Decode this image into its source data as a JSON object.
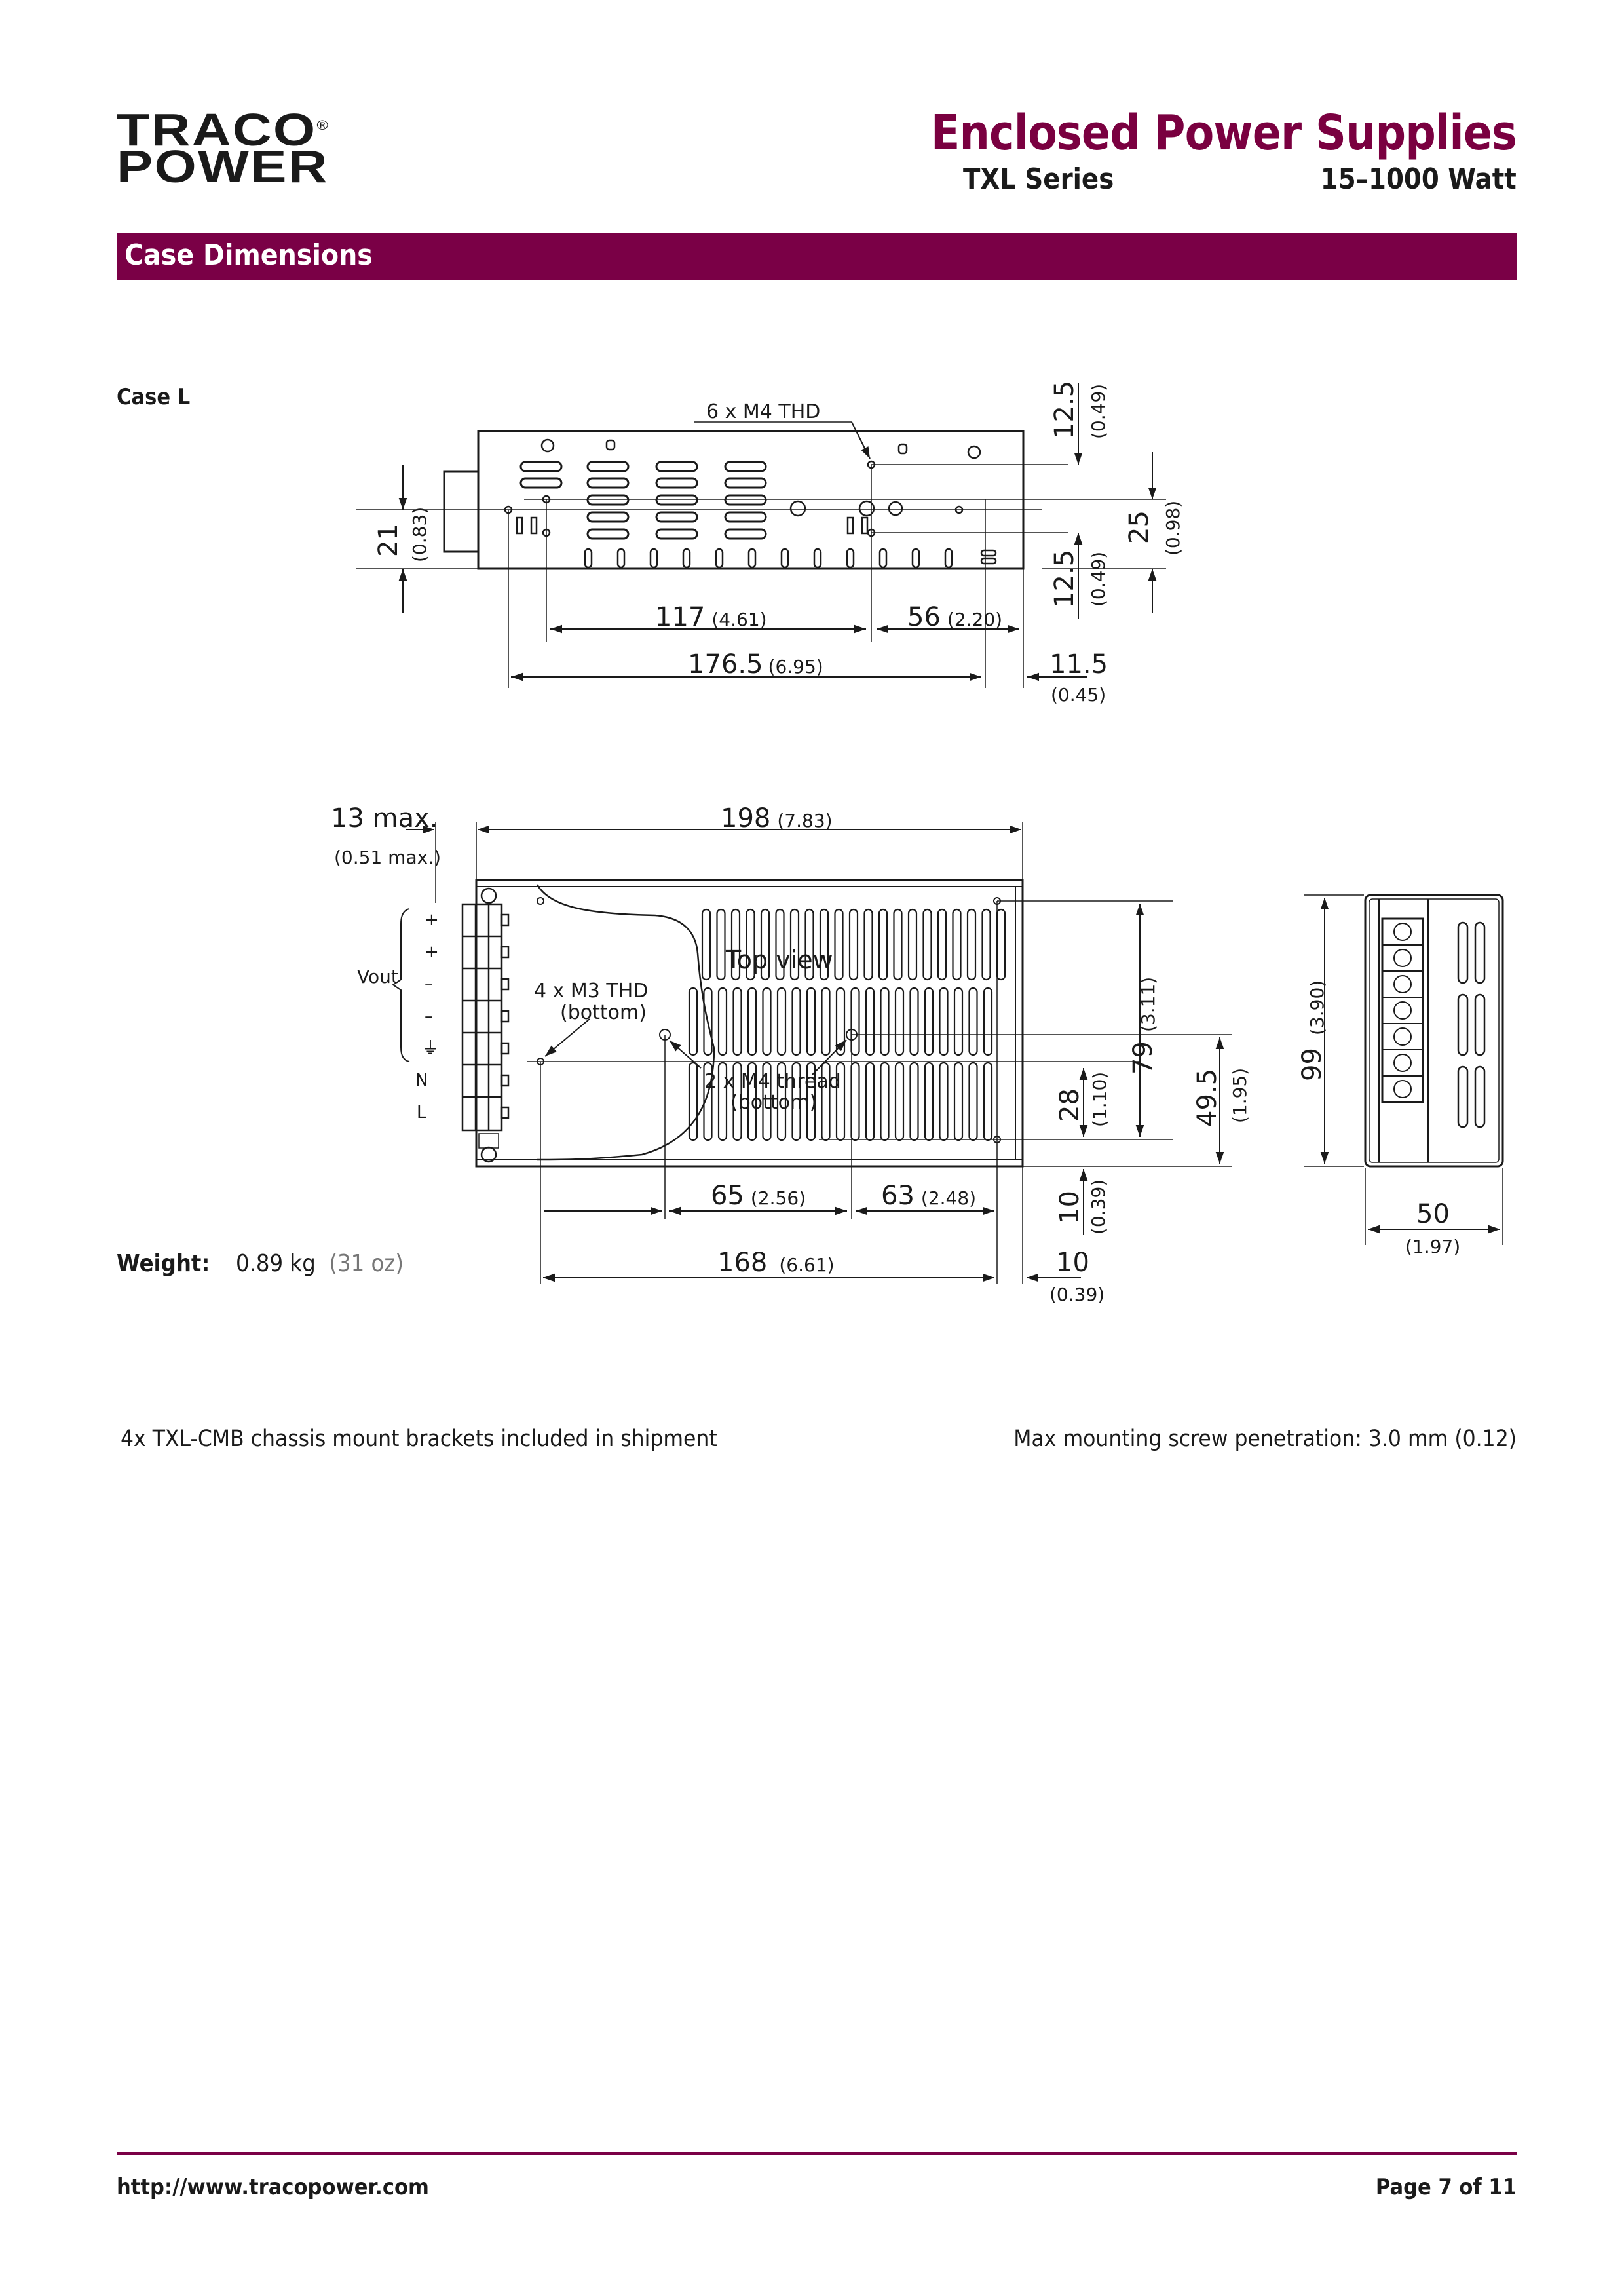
{
  "header": {
    "logo_line1": "TRACO",
    "logo_line2": "POWER",
    "logo_registered": "®",
    "title": "Enclosed Power Supplies",
    "series": "TXL Series",
    "power_range": "15–1000 Watt"
  },
  "section": {
    "title": "Case Dimensions"
  },
  "case": {
    "label": "Case L"
  },
  "side_view": {
    "callout": "6 x M4 THD",
    "dimensions": {
      "height_mm": "21",
      "height_in": "(0.83)",
      "top_offset_mm": "12.5",
      "top_offset_in": "(0.49)",
      "bottom_offset_mm": "12.5",
      "bottom_offset_in": "(0.49)",
      "pitch_mm": "25",
      "pitch_in": "(0.98)",
      "hole_span_mm": "117",
      "hole_span_in": "(4.61)",
      "hole_to_end_mm": "56",
      "hole_to_end_in": "(2.20)",
      "outer_span_mm": "176.5",
      "outer_span_in": "(6.95)",
      "end_offset_mm": "11.5",
      "end_offset_in": "(0.45)"
    }
  },
  "top_view": {
    "label": "Top view",
    "callout_m3": "4 x M3 THD",
    "callout_m3_sub": "(bottom)",
    "callout_m4": "2 x M4 thread",
    "callout_m4_sub": "(bottom)",
    "vout_label": "Vout",
    "terminals": [
      "+",
      "+",
      "–",
      "–",
      "⏚",
      "N",
      "L"
    ],
    "dimensions": {
      "terminal_max_mm": "13 max.",
      "terminal_max_in": "(0.51 max.)",
      "length_mm": "198",
      "length_in": "(7.83)",
      "hole_x1_mm": "65",
      "hole_x1_in": "(2.56)",
      "hole_x2_mm": "63",
      "hole_x2_in": "(2.48)",
      "hole_span_mm": "168",
      "hole_span_in": "(6.61)",
      "end_offset_mm": "10",
      "end_offset_in": "(0.39)",
      "bottom_offset_mm": "10",
      "bottom_offset_in": "(0.39)",
      "m4_offset_mm": "28",
      "m4_offset_in": "(1.10)",
      "m3_span_mm": "79",
      "m3_span_in": "(3.11)",
      "center_mm": "49.5",
      "center_in": "(1.95)"
    }
  },
  "end_view": {
    "terminal_count": 7,
    "dimensions": {
      "height_mm": "99",
      "height_in": "(3.90)",
      "width_mm": "50",
      "width_in": "(1.97)"
    }
  },
  "weight": {
    "label": "Weight:",
    "value": "0.89 kg",
    "alt": "(31 oz)"
  },
  "notes": {
    "brackets": "4x TXL-CMB chassis mount brackets included in shipment",
    "screw_penetration": "Max mounting screw penetration: 3.0 mm (0.12)"
  },
  "footer": {
    "url": "http://www.tracopower.com",
    "page": "Page 7 of 11"
  },
  "colors": {
    "brand": "#7a0046",
    "text": "#1a1a1a"
  }
}
